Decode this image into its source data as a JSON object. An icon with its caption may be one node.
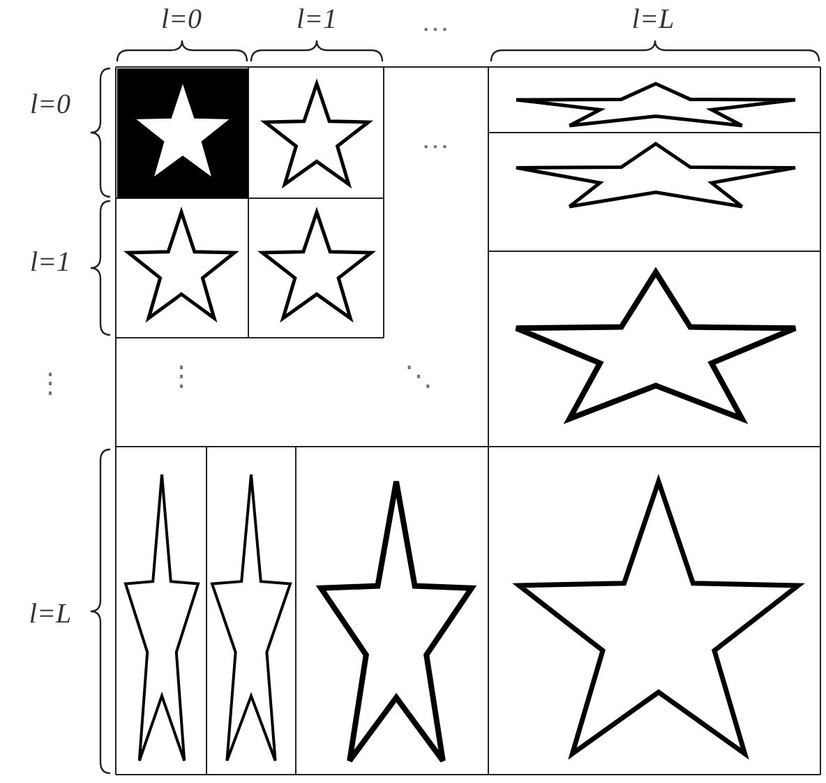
{
  "diagram": {
    "labels": [
      "l=0",
      "l=1",
      "…",
      "l=L",
      "l=0",
      "l=1",
      "⋮",
      "l=L",
      "…",
      "⋮",
      "⋱"
    ]
  }
}
